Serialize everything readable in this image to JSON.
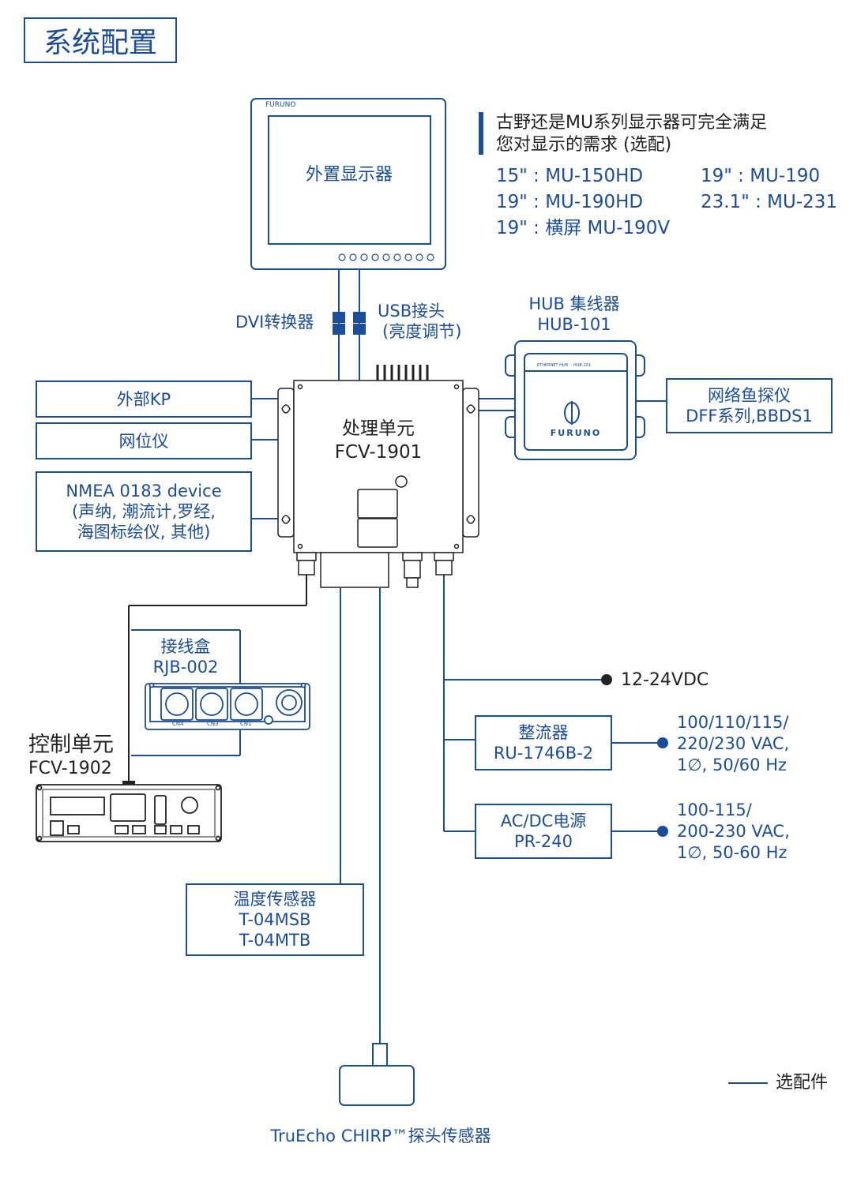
{
  "title": "系统配置",
  "monitor": {
    "label": "外置显示器",
    "brand": "FURUNO"
  },
  "info": {
    "line1": "古野还是MU系列显示器可完全满足",
    "line2": "您对显示的需求 (选配)",
    "models": [
      "15\" : MU-150HD",
      "19\" : MU-190HD",
      "19\" : 横屏 MU-190V",
      "19\" : MU-190",
      "23.1\" : MU-231"
    ]
  },
  "connectors": {
    "dvi": "DVI转换器",
    "usb_1": "USB接头",
    "usb_2": "(亮度调节)"
  },
  "hub": {
    "line1": "HUB 集线器",
    "line2": "HUB-101",
    "brand": "FURUNO",
    "panel_left": "ETHERNET HUB",
    "panel_right": "HUB-101"
  },
  "processor": {
    "line1": "处理单元",
    "line2": "FCV-1901"
  },
  "network_sounder": {
    "line1": "网络鱼探仪",
    "line2": "DFF系列,BBDS1"
  },
  "left_boxes": {
    "external_kp": "外部KP",
    "navigator": "网位仪",
    "nmea_line1": "NMEA 0183 device",
    "nmea_line2": "(声纳, 潮流计,罗经,",
    "nmea_line3": "海图标绘仪, 其他)"
  },
  "junction_box": {
    "line1": "接线盒",
    "line2": "RJB-002",
    "ports": [
      "CN4",
      "CN3",
      "CN1"
    ]
  },
  "control_unit": {
    "line1": "控制单元",
    "line2": "FCV-1902"
  },
  "power": {
    "dc": "12-24VDC",
    "rectifier": {
      "line1": "整流器",
      "line2": "RU-1746B-2"
    },
    "rectifier_spec": [
      "100/110/115/",
      "220/230 VAC,",
      "1∅, 50/60 Hz"
    ],
    "acdc": {
      "line1": "AC/DC电源",
      "line2": "PR-240"
    },
    "acdc_spec": [
      "100-115/",
      "200-230 VAC,",
      "1∅, 50-60 Hz"
    ]
  },
  "temp_sensor": {
    "line1": "温度传感器",
    "line2": "T-04MSB",
    "line3": "T-04MTB"
  },
  "transducer": "TruEcho CHIRP™探头传感器",
  "legend": "选配件",
  "colors": {
    "primary": "#1a4d9c",
    "line": "#1a4d9c",
    "dark": "#222222"
  }
}
